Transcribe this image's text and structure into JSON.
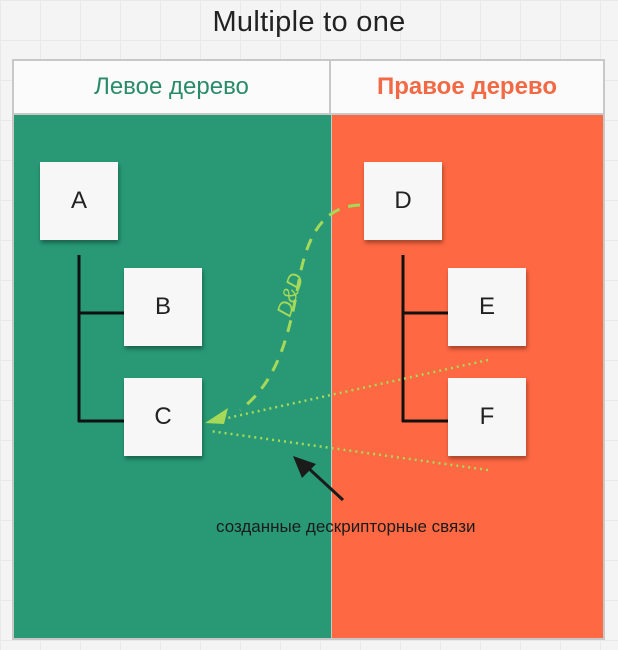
{
  "title": "Multiple to one",
  "headers": {
    "left": "Левое дерево",
    "right": "Правое дерево"
  },
  "left_tree": {
    "root": "A",
    "children": [
      "B",
      "C"
    ]
  },
  "right_tree": {
    "root": "D",
    "children": [
      "E",
      "F"
    ]
  },
  "drag_label": "D&D",
  "caption": "созданные дескрипторные связи",
  "colors": {
    "left_panel": "#289875",
    "right_panel": "#fe6842",
    "left_header_text": "#2a8b6b",
    "right_header_text": "#f26a45",
    "link_line": "#a6d958"
  }
}
